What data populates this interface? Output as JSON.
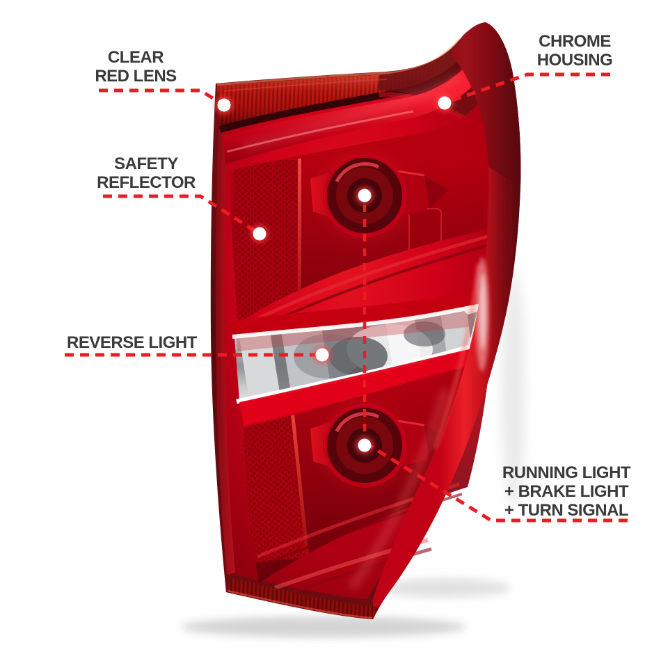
{
  "subject": "red and chrome pickup truck tail light, annotated parts diagram",
  "colors": {
    "background": "#ffffff",
    "leader_line": "#ec1b24",
    "label_text": "#3a3a3c",
    "callout_dot": "#ffffff",
    "lens_red": "#d40017",
    "lens_dark_red": "#6f0009",
    "housing_maroon": "#5d090f",
    "chrome": "#cfd1d3"
  },
  "callouts": {
    "clear_red_lens": {
      "line1": "CLEAR",
      "line2": "RED LENS"
    },
    "chrome_housing": {
      "line1": "CHROME",
      "line2": "HOUSING"
    },
    "safety_reflector": {
      "line1": "SAFETY",
      "line2": "REFLECTOR"
    },
    "reverse_light": {
      "line1": "REVERSE LIGHT"
    },
    "running_brake_turn": {
      "line1": "RUNNING LIGHT",
      "line2": "+ BRAKE LIGHT",
      "line3": "+ TURN SIGNAL"
    }
  }
}
